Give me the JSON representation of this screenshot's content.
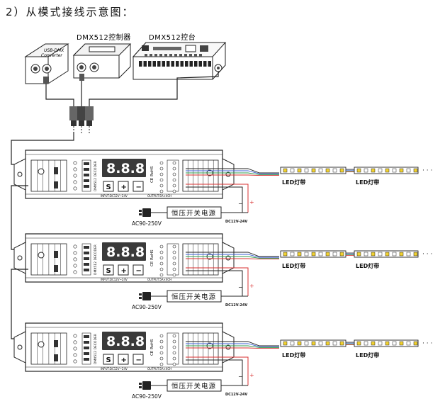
{
  "title": "2）从模式接线示意图：",
  "labels": {
    "usb_top": "USB-DMX",
    "usb_bottom": "Converter",
    "dmx_controller": "DMX512控制器",
    "dmx_console": "DMX512控台",
    "led_strip": "LED灯带",
    "power_supply": "恒压开关电源",
    "ac_input": "AC90-250V",
    "dc_output": "DC12V-24V",
    "decoder_model": "DMX512 DECODER",
    "rohs": "CE RoHS",
    "input_spec": "INPUT:DC12V~24V",
    "output_spec": "OUTPUT:5A×4CH",
    "display": "8.8.8",
    "btn_s": "S",
    "btn_plus": "+",
    "btn_minus": "−",
    "ellipsis": "· · ·",
    "plus_sign": "+",
    "minus_sign": "−"
  },
  "colors": {
    "line": "#222222",
    "red_wire": "#d93030",
    "green_wire": "#2e9a4a",
    "blue_wire": "#3a5fd0",
    "led_yellow": "#f2d230",
    "display_bg": "#3a3a3a",
    "display_digit": "#ffffff"
  },
  "decoder_count": 3
}
